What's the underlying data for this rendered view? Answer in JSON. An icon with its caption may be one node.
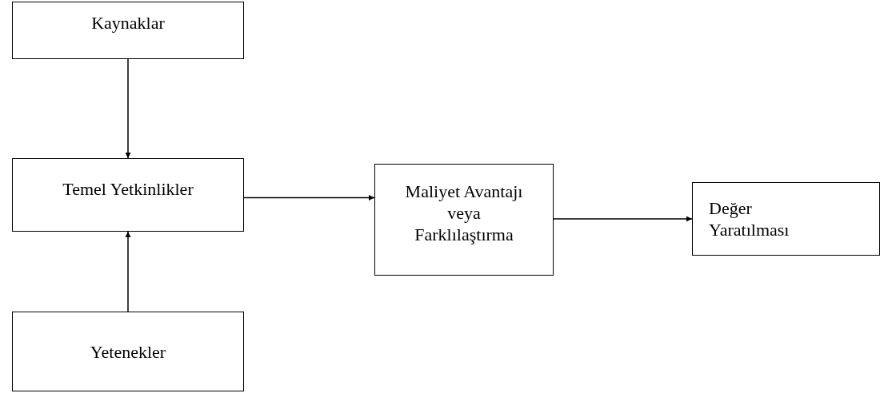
{
  "diagram": {
    "nodes": [
      {
        "text": [
          "Kaynaklar"
        ]
      },
      {
        "text": [
          "Temel Yetkinlikler"
        ]
      },
      {
        "text": [
          "Yetenekler"
        ]
      },
      {
        "text": [
          "Maliyet Avantajı veya Farklılaştırma"
        ]
      },
      {
        "text": [
          "Değer Yaratılması"
        ]
      }
    ],
    "edges": [
      {
        "from": 0,
        "to": 1,
        "arrow": "to"
      },
      {
        "from": 2,
        "to": 1,
        "arrow": "to"
      },
      {
        "from": 1,
        "to": 3,
        "arrow": "to"
      },
      {
        "from": 3,
        "to": 4,
        "arrow": "to"
      }
    ]
  }
}
